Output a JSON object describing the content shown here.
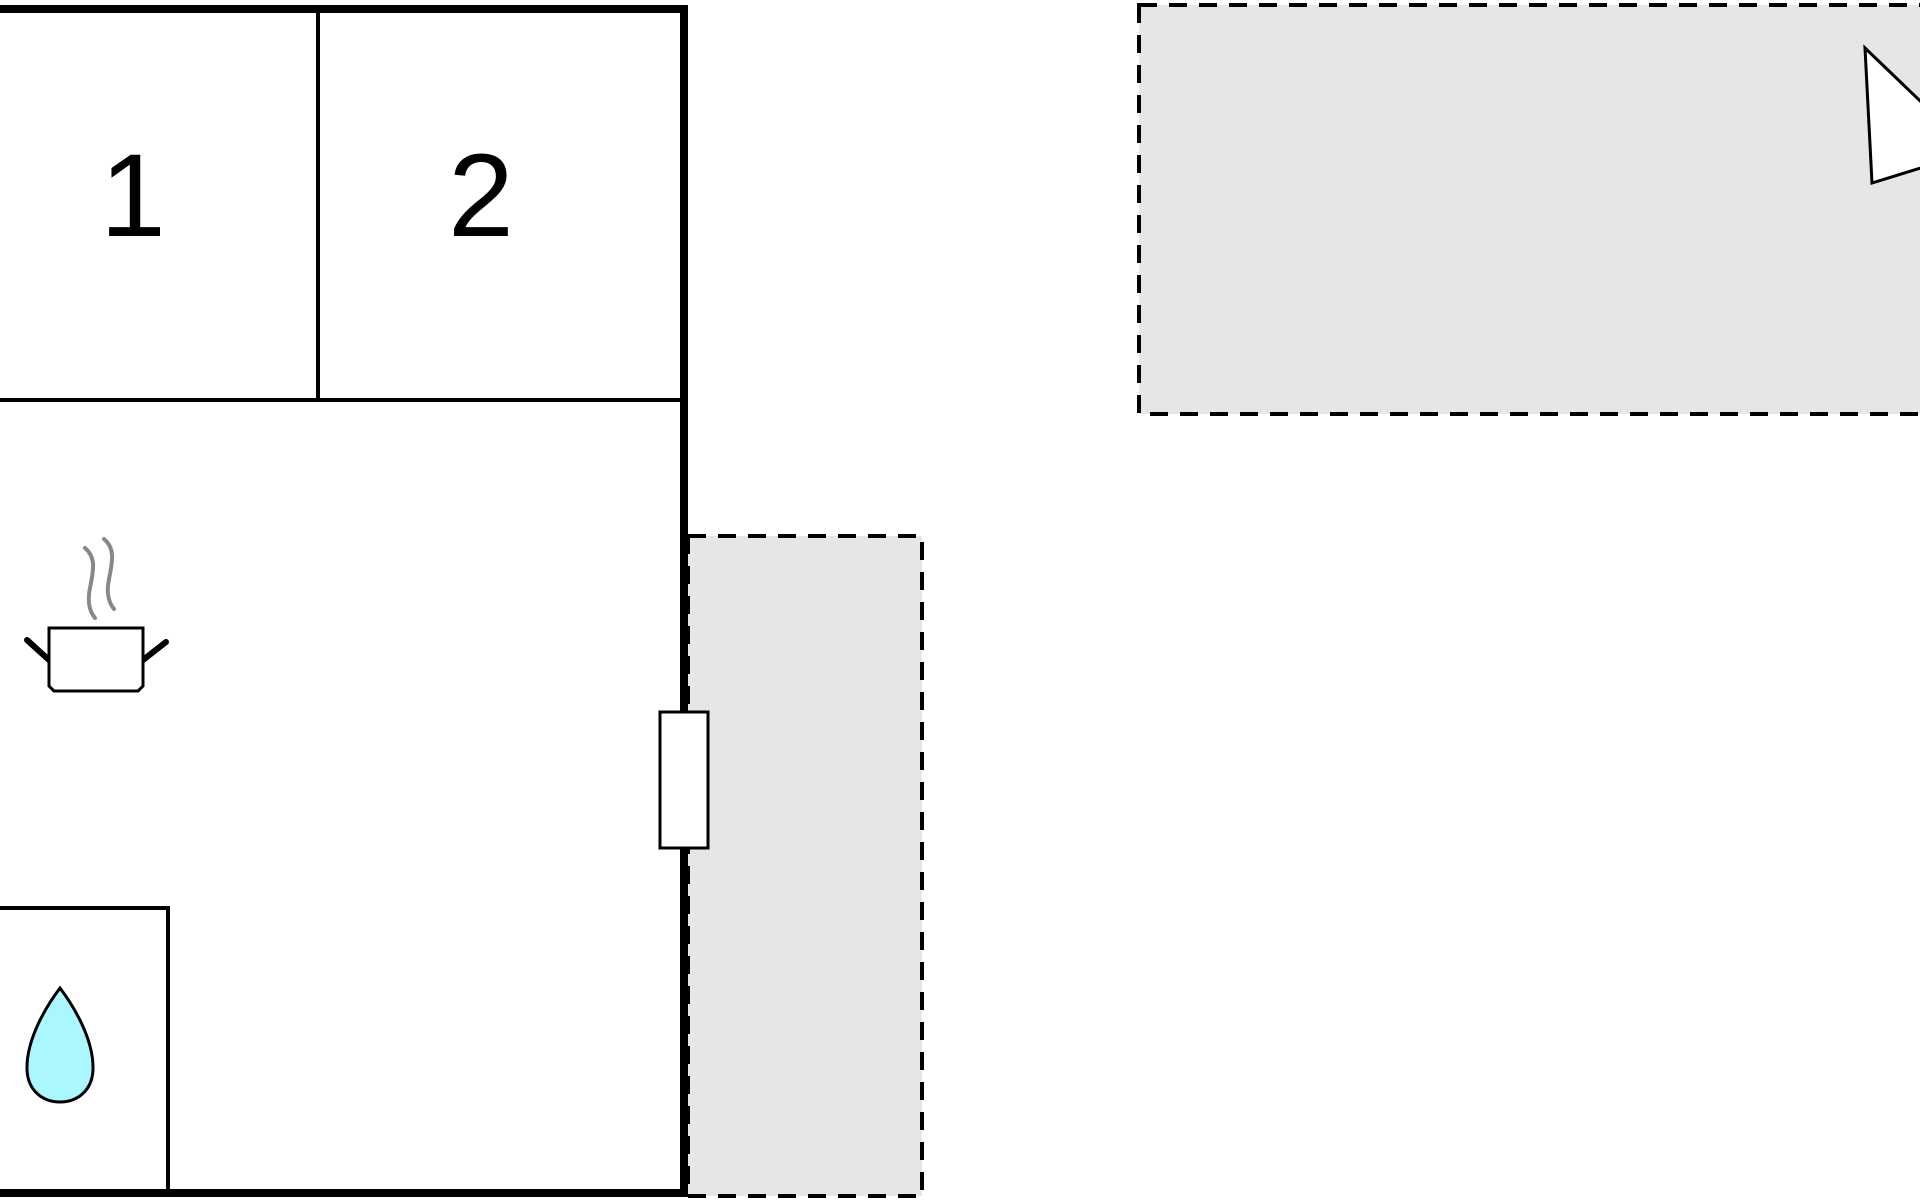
{
  "floorplan": {
    "rooms": [
      {
        "id": "bedroom-1",
        "label": "1"
      },
      {
        "id": "bedroom-2",
        "label": "2"
      }
    ],
    "icons": {
      "kitchen": "cooking-pot-icon",
      "bathroom": "water-drop-icon",
      "terrace": "sail-icon"
    },
    "colors": {
      "terrace_fill": "#e6e6e6",
      "water_drop": "#aaf7ff",
      "steam": "#888888",
      "wall": "#000000"
    }
  }
}
